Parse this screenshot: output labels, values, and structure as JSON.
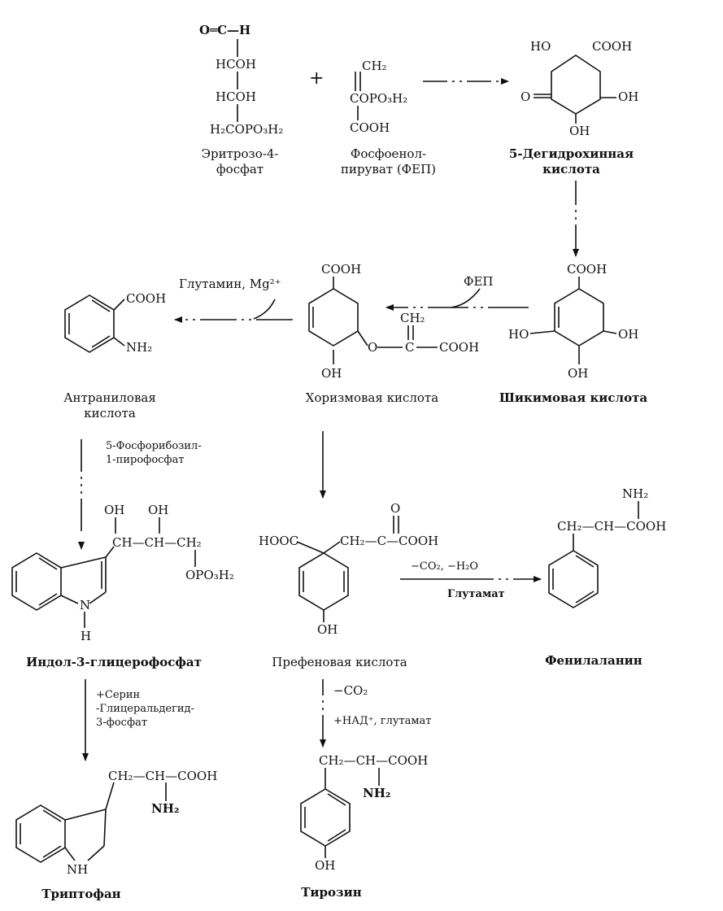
{
  "compounds": {
    "erythrose": {
      "name": "Эритрозо-4-\nфосфат",
      "lines": [
        "O═C—H",
        "HCOH",
        "HCOH",
        "H₂COPO₃H₂"
      ]
    },
    "pep": {
      "name": "Фосфоенол-\nпируват (ФЕП)",
      "lines": [
        "CH₂",
        "COPO₃H₂",
        "COOH"
      ]
    },
    "dehydroquinic": {
      "name": "5-Дегидрохинная\nкислота",
      "groups": [
        "HO",
        "COOH",
        "O",
        "OH",
        "OH"
      ]
    },
    "shikimic": {
      "name": "Шикимовая кислота",
      "groups": [
        "COOH",
        "HO",
        "OH",
        "OH"
      ]
    },
    "chorismic": {
      "name": "Хоризмовая кислота",
      "groups": [
        "COOH",
        "CH₂",
        "O",
        "C",
        "COOH",
        "OH"
      ]
    },
    "anthranilic": {
      "name": "Антраниловая\nкислота",
      "groups": [
        "COOH",
        "NH₂"
      ]
    },
    "indoleglycerophosphate": {
      "name": "Индол-3-глицерофосфат",
      "groups": [
        "OH",
        "OH",
        "CH—CH—CH₂",
        "OPO₃H₂",
        "N",
        "H"
      ]
    },
    "prephenic": {
      "name": "Префеновая кислота",
      "groups": [
        "HOOC",
        "CH₂—C—COOH",
        "O",
        "OH"
      ]
    },
    "phenylalanine": {
      "name": "Фенилаланин",
      "groups": [
        "NH₂",
        "CH₂—CH—COOH"
      ]
    },
    "tryptophan": {
      "name": "Триптофан",
      "groups": [
        "CH₂—CH—COOH",
        "NH₂",
        "NH"
      ]
    },
    "tyrosine": {
      "name": "Тирозин",
      "groups": [
        "CH₂—CH—COOH",
        "NH₂",
        "OH"
      ]
    }
  },
  "symbols": {
    "plus": "+"
  },
  "reagents": {
    "pep_to_chorismate": "ФЕП",
    "glutamine": "Глутамин, Mg²⁺",
    "prpp": "5-Фосфорибозил-\n1-пирофосфат",
    "serine": "+Серин\n-Глицеральдегид-\n3-фосфат",
    "prephenate_to_phe": "−CO₂, −H₂O",
    "glutamate": "Глутамат",
    "decarbox": "−CO₂",
    "nad": "+НАД⁺, глутамат"
  }
}
